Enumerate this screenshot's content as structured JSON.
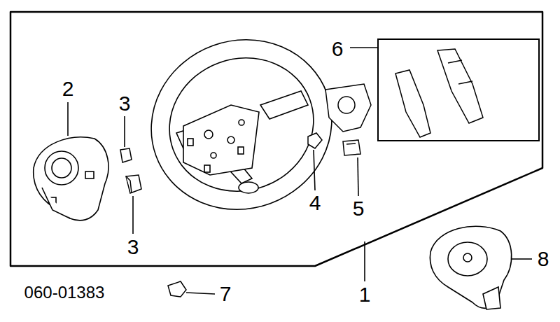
{
  "diagram": {
    "labels": [
      "6",
      "2",
      "3",
      "3",
      "4",
      "5",
      "1",
      "8",
      "7",
      "060-01383"
    ]
  }
}
